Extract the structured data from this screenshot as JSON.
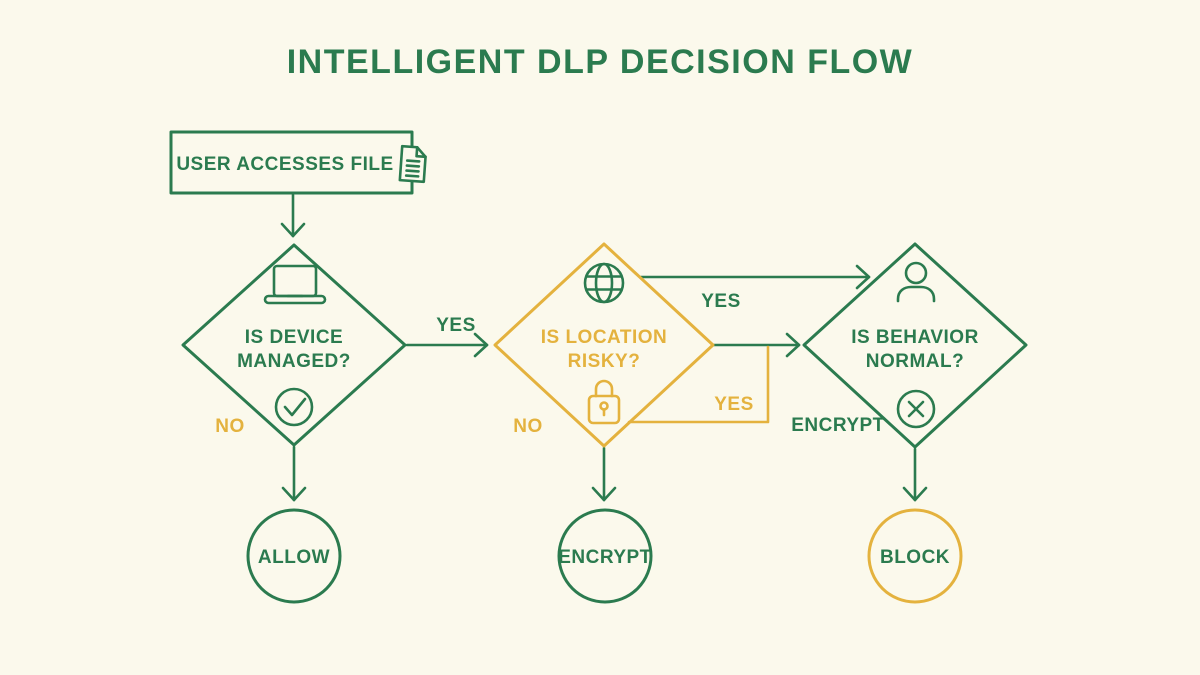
{
  "title": "INTELLIGENT DLP DECISION FLOW",
  "colors": {
    "green": "#2b7b4f",
    "yellow": "#e4b23e",
    "background": "#fbf9ec"
  },
  "start": {
    "label": "USER ACCESSES FILE",
    "icon": "document-icon"
  },
  "decisions": {
    "device": {
      "line1": "IS DEVICE",
      "line2": "MANAGED?",
      "top_icon": "laptop-icon",
      "bottom_icon": "check-circle-icon",
      "outline_color": "green"
    },
    "location": {
      "line1": "IS LOCATION",
      "line2": "RISKY?",
      "top_icon": "globe-icon",
      "bottom_icon": "lock-icon",
      "outline_color": "yellow"
    },
    "behavior": {
      "line1": "IS BEHAVIOR",
      "line2": "NORMAL?",
      "top_icon": "person-icon",
      "bottom_icon": "x-circle-icon",
      "outline_color": "green"
    }
  },
  "outcomes": {
    "allow": "ALLOW",
    "encrypt": "ENCRYPT",
    "block": "BLOCK"
  },
  "edge_labels": {
    "device_to_location": "YES",
    "device_to_allow": "NO",
    "location_to_encrypt": "NO",
    "location_to_behavior_top": "YES",
    "location_to_behavior_bottom": "YES",
    "behavior_to_block": "ENCRYPT"
  }
}
